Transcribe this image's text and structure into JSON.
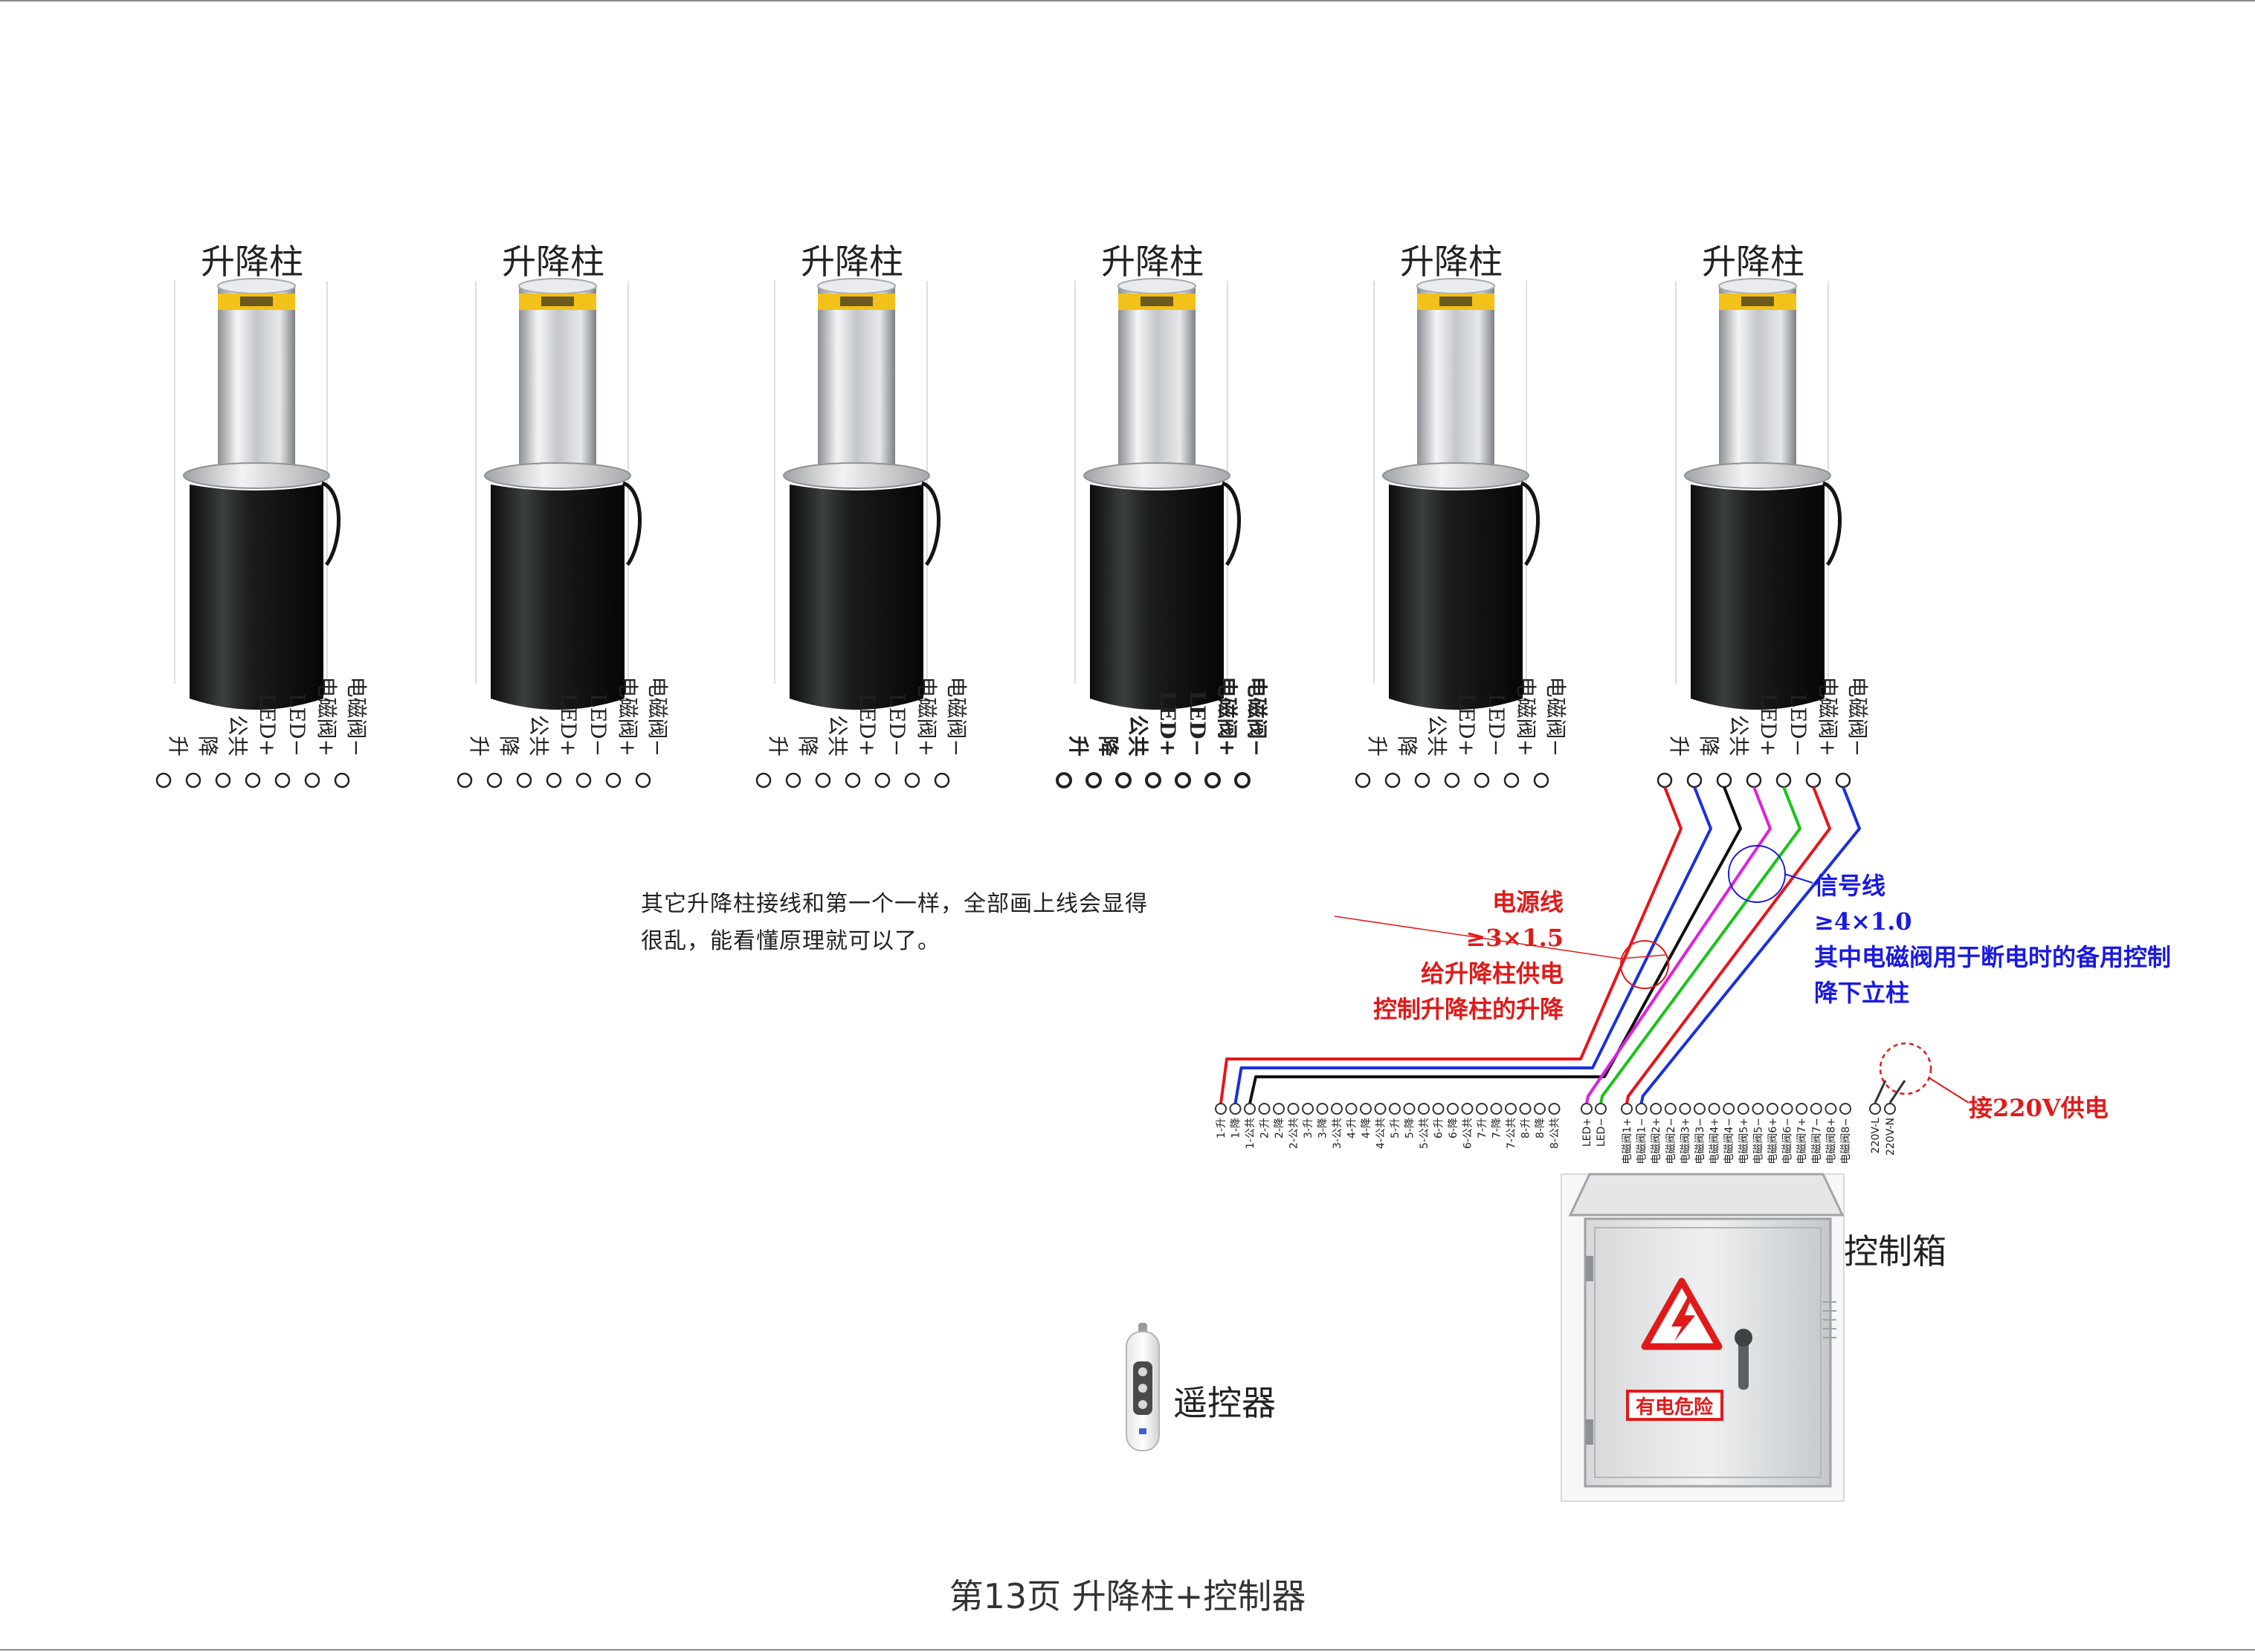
{
  "bollard_title": "升降柱",
  "bollard_labels": [
    "升",
    "降",
    "公共",
    "LED+",
    "LED−",
    "电磁阀+",
    "电磁阀−"
  ],
  "bollards": [
    {
      "title": "升降柱",
      "bold_labels": false,
      "wired": false
    },
    {
      "title": "升降柱",
      "bold_labels": false,
      "wired": false
    },
    {
      "title": "升降柱",
      "bold_labels": false,
      "wired": false
    },
    {
      "title": "升降柱",
      "bold_labels": true,
      "wired": false
    },
    {
      "title": "升降柱",
      "bold_labels": false,
      "wired": false
    },
    {
      "title": "升降柱",
      "bold_labels": false,
      "wired": true
    }
  ],
  "note": "其它升降柱接线和第一个一样，全部画上线会显得很乱，能看懂原理就可以了。",
  "power_line": {
    "lines": [
      "电源线",
      "≥3×1.5",
      "给升降柱供电",
      "控制升降柱的升降"
    ]
  },
  "signal_line": {
    "lines": [
      "信号线",
      "≥4×1.0",
      "其中电磁阀用于断电时的备用控制",
      "降下立柱"
    ]
  },
  "power_220": "接220V供电",
  "control_box_label": "控制箱",
  "control_box_sign": "有电危险",
  "remote_label": "遥控器",
  "terminals": {
    "group1": [
      "1-升",
      "1-降",
      "1-公共",
      "2-升",
      "2-降",
      "2-公共",
      "3-升",
      "3-降",
      "3-公共",
      "4-升",
      "4-降",
      "4-公共",
      "5-升",
      "5-降",
      "5-公共",
      "6-升",
      "6-降",
      "6-公共",
      "7-升",
      "7-降",
      "7-公共",
      "8-升",
      "8-降",
      "8-公共"
    ],
    "group2": [
      "LED+",
      "LED−"
    ],
    "group3": [
      "电磁阀1+",
      "电磁阀1−",
      "电磁阀2+",
      "电磁阀2−",
      "电磁阀3+",
      "电磁阀3−",
      "电磁阀4+",
      "电磁阀4−",
      "电磁阀5+",
      "电磁阀5−",
      "电磁阀6+",
      "电磁阀6−",
      "电磁阀7+",
      "电磁阀7−",
      "电磁阀8+",
      "电磁阀8−"
    ],
    "group4": [
      "220V-L",
      "220V-N"
    ]
  },
  "wire_colors": {
    "up": "#e8141b",
    "down": "#1b2fe0",
    "common": "#111111",
    "led_plus": "#e020e0",
    "led_minus": "#19c419",
    "valve_plus": "#e8141b",
    "valve_minus": "#1b2fe0"
  },
  "footer": "第13页  升降柱+控制器"
}
